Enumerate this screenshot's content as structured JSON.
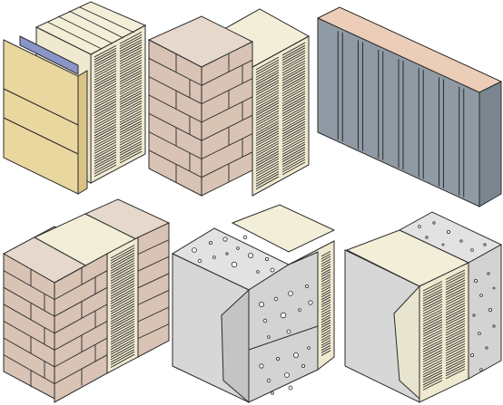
{
  "colors": {
    "background": "#ffffff",
    "outline": "#2b2b2b",
    "block_cream": "#efe9cf",
    "block_cream_shade": "#dcd5b5",
    "cavity_hatch": "#6b6b6b",
    "brick_tan": "#d8c3b5",
    "brick_top": "#e6d8cc",
    "siding_yellow": "#e9d79f",
    "siding_shade": "#d9c386",
    "membrane_blue": "#8a96c8",
    "metal_panel": "#8f9aa4",
    "metal_panel_shade": "#7a858f",
    "metal_top": "#eccdb7",
    "concrete_grey": "#d7d7d7",
    "concrete_dark": "#b8b8b8",
    "aggregate_top": "#e2e2e2"
  },
  "diagrams": [
    {
      "id": "siding-on-block-wall",
      "layers": [
        "vinyl-siding",
        "membrane",
        "insulated-block",
        "block"
      ]
    },
    {
      "id": "brick-veneer-on-block-wall",
      "layers": [
        "brick-veneer",
        "cavity",
        "insulated-block"
      ]
    },
    {
      "id": "insulated-metal-panel",
      "layers": [
        "metal-skin",
        "foam-core",
        "metal-skin"
      ]
    },
    {
      "id": "brick-and-block-cavity-wall",
      "layers": [
        "brick",
        "insulated-block",
        "brick"
      ]
    },
    {
      "id": "concrete-sandwich-panel-with-block",
      "layers": [
        "concrete-skin",
        "aggregate-concrete",
        "insulated-block"
      ]
    },
    {
      "id": "concrete-panel-with-insulated-block",
      "layers": [
        "concrete-skin",
        "insulated-block",
        "aggregate-concrete"
      ]
    }
  ]
}
